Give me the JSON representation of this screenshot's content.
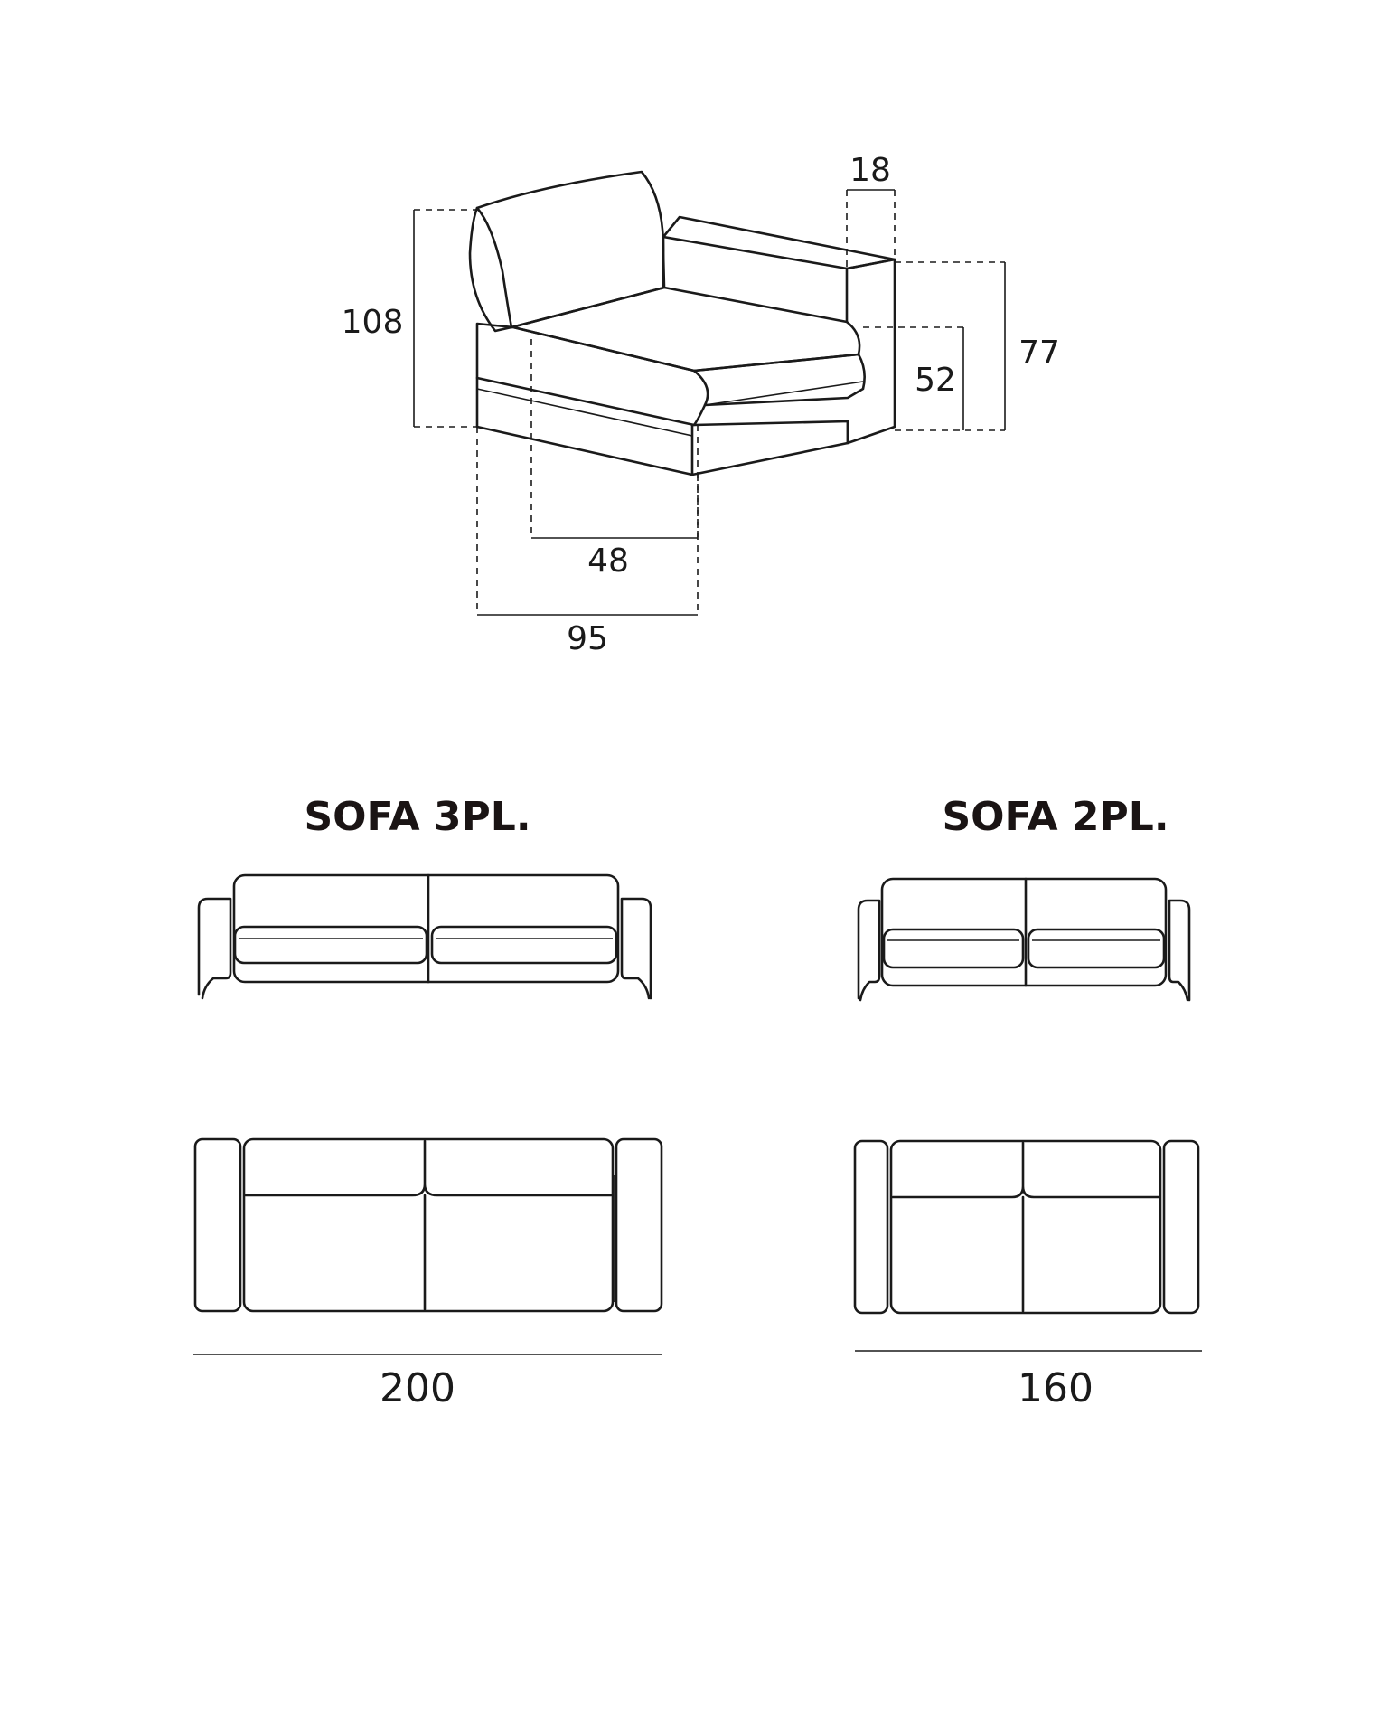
{
  "module": {
    "dimensions": {
      "total_height": "108",
      "arm_width": "18",
      "arm_height": "77",
      "seat_height": "52",
      "seat_depth": "48",
      "total_depth": "95"
    }
  },
  "sofa_3pl": {
    "title": "SOFA 3PL.",
    "width": "200"
  },
  "sofa_2pl": {
    "title": "SOFA 2PL.",
    "width": "160"
  }
}
